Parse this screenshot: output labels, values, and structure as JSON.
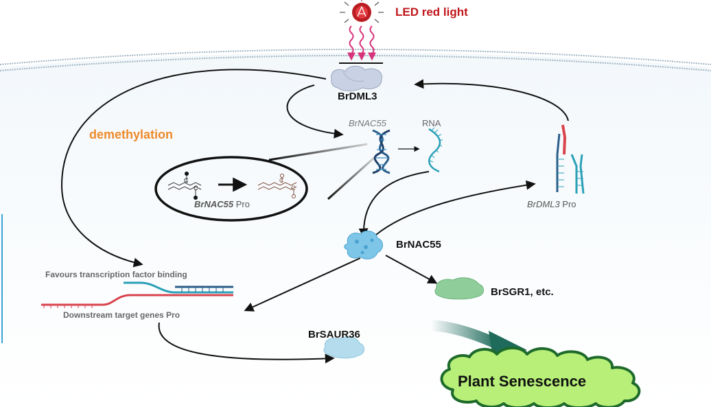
{
  "labels": {
    "led": "LED red light",
    "brdml3": "BrDML3",
    "demethylation": "demethylation",
    "brnac55_gene": "BrNAC55",
    "rna": "RNA",
    "brnac55_pro_gene": "BrNAC55",
    "brnac55_pro_suffix": " Pro",
    "brdml3_pro_gene": "BrDML3",
    "brdml3_pro_suffix": " Pro",
    "brnac55_protein": "BrNAC55",
    "favours": "Favours transcription factor binding",
    "downstream": "Downstream target genes Pro",
    "brsgr1": "BrSGR1, etc.",
    "brsaur36": "BrSAUR36",
    "senescence": "Plant Senescence"
  },
  "colors": {
    "led_red": "#c0161b",
    "light_rays": "#d6337a",
    "demethylation_orange": "#ee8a2a",
    "membrane": "#9fb3c2",
    "protein_dml3": "#c9d2e4",
    "protein_nac55": "#7ec6e8",
    "protein_sgr1": "#8fce9b",
    "protein_saur36": "#b4dcec",
    "cloud_fill": "#b7ef78",
    "cloud_stroke": "#1e6a2b",
    "big_arrow": "#1f6b5b",
    "dna_blue": "#2a5d8a",
    "dna_teal": "#2aa0b8",
    "red_strand": "#d9434d"
  },
  "icons": {
    "led": "led-bulb-icon",
    "dml3": "protein-dml3-icon",
    "nac55": "protein-nac55-icon",
    "sgr1": "protein-sgr1-icon",
    "saur36": "protein-saur36-icon",
    "dna": "dna-helix-icon",
    "rna": "rna-strand-icon"
  }
}
